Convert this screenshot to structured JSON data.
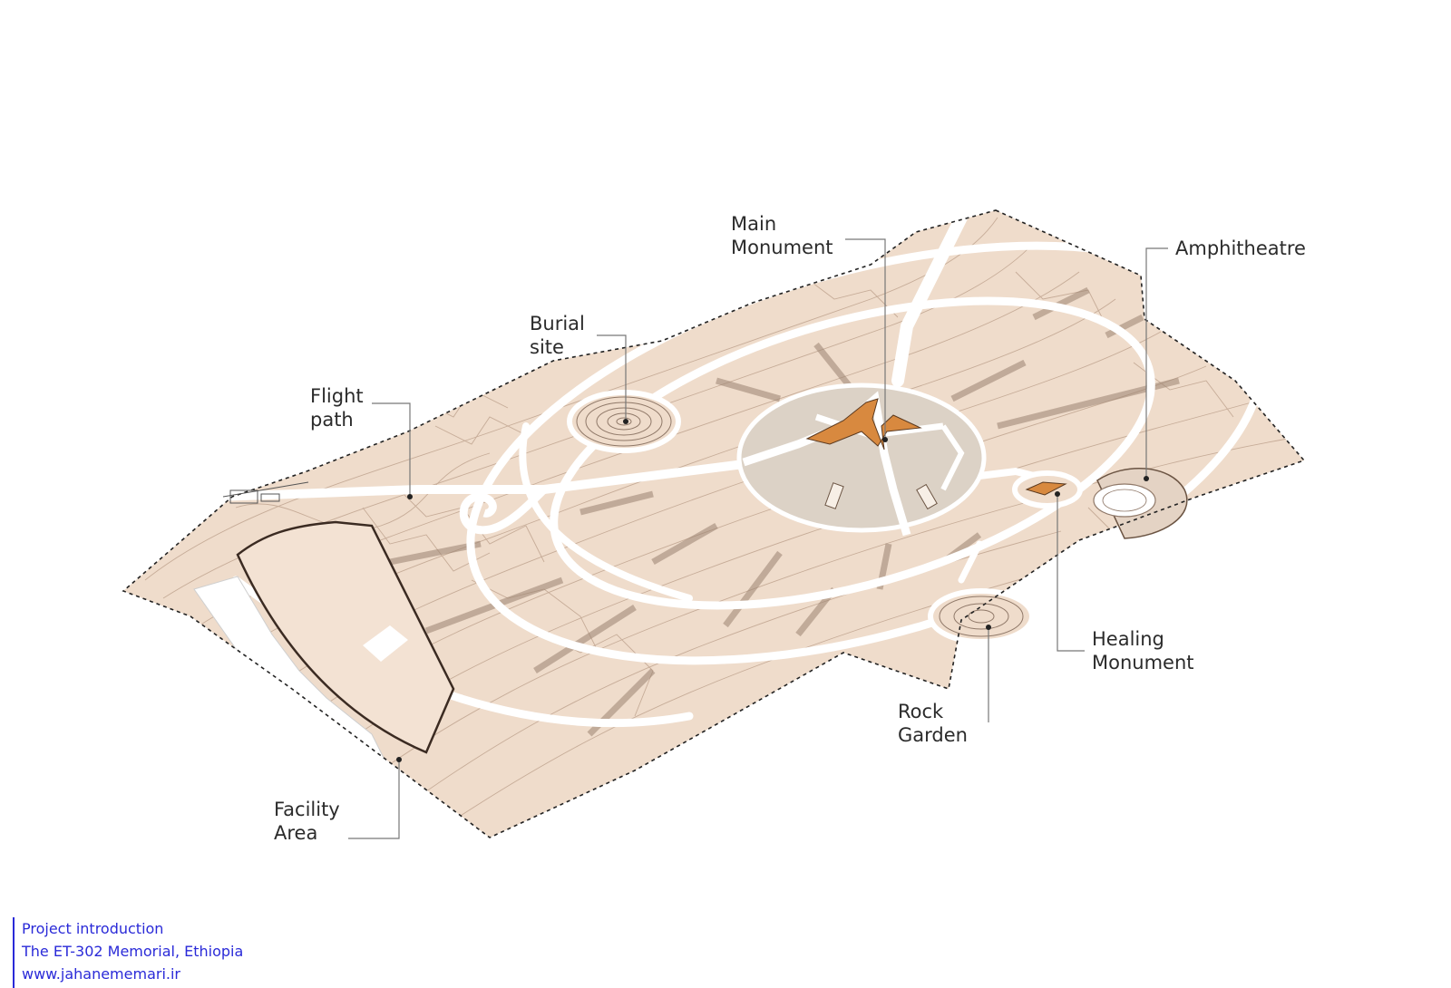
{
  "callouts": {
    "main_monument": {
      "line1": "Main",
      "line2": "Monument"
    },
    "amphitheatre": {
      "line1": "Amphitheatre"
    },
    "burial_site": {
      "line1": "Burial",
      "line2": "site"
    },
    "flight_path": {
      "line1": "Flight",
      "line2": "path"
    },
    "healing_monument": {
      "line1": "Healing",
      "line2": "Monument"
    },
    "rock_garden": {
      "line1": "Rock",
      "line2": "Garden"
    },
    "facility_area": {
      "line1": "Facility",
      "line2": "Area"
    }
  },
  "credit": {
    "line1": "Project introduction",
    "line2": "The ET-302 Memorial, Ethiopia",
    "line3": "www.jahanememari.ir"
  },
  "colors": {
    "site_fill": "#efdccb",
    "path_fill": "#ffffff",
    "contour": "#b99c87",
    "monument_plaza": "#dcd2c6",
    "accent_orange": "#d8893f",
    "strip": "#9b8371",
    "leader": "#777777",
    "credit_text": "#2a2ad8"
  }
}
